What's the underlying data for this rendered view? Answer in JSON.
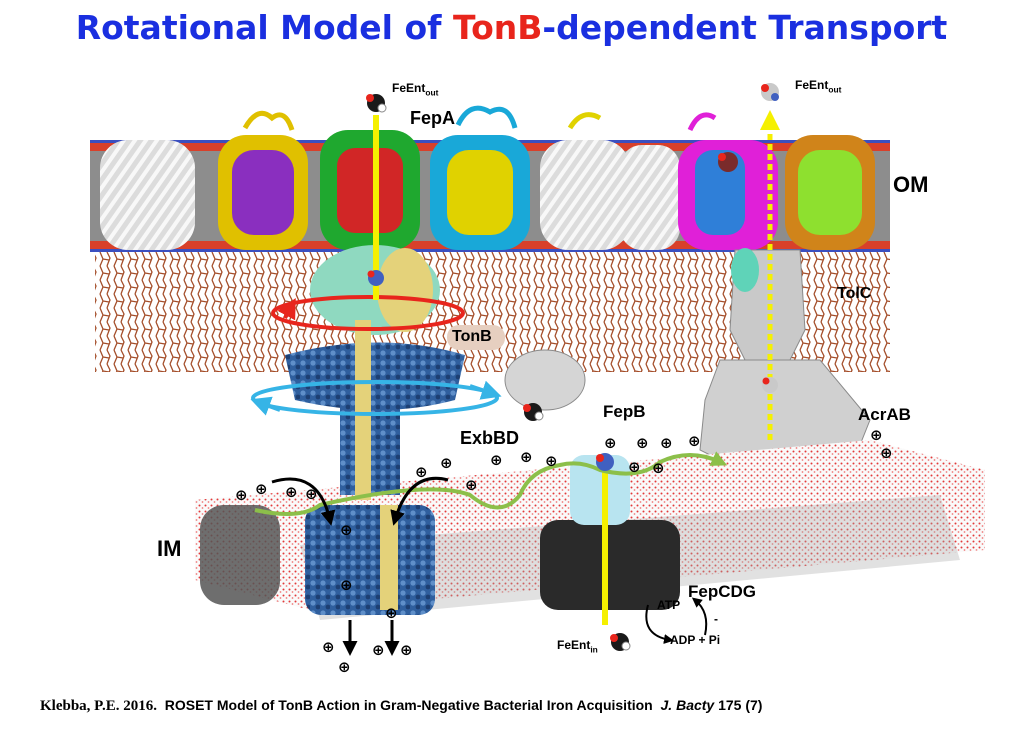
{
  "title": {
    "part1": "Rotational Model of ",
    "highlight": "TonB",
    "part2": "-dependent Transport"
  },
  "labels": {
    "feent_out_left": "FeEnt",
    "feent_out_left_sub": "out",
    "feent_out_right": "FeEnt",
    "feent_out_right_sub": "out",
    "fepa": "FepA",
    "om": "OM",
    "tolc": "TolC",
    "tonb": "TonB",
    "fepb": "FepB",
    "exbbd": "ExbBD",
    "acrab": "AcrAB",
    "im": "IM",
    "fepcdg": "FepCDG",
    "atp": "ATP",
    "adp": "ADP + Pi",
    "minus": "-",
    "feent_in": "FeEnt",
    "feent_in_sub": "in"
  },
  "citation": {
    "author": "Klebba, P.E. 2016.",
    "title": "ROSET Model of TonB Action in Gram-Negative Bacterial Iron Acquisition",
    "journal": "J. Bacty",
    "volume": "175 (7)"
  },
  "colors": {
    "title": "#1a2fe0",
    "highlight": "#e8251c",
    "om_gray": "#8d8d8d",
    "lps_brown": "#9a3a12",
    "im_red": "#e23a3a",
    "tonb_blue": "#2f5f9e",
    "arrow_yellow": "#f5f000",
    "ring_red": "#e8251c",
    "ring_cyan": "#36b4e6",
    "gradient_green": "#8cbf4a"
  },
  "icons": [
    "feent-molecule-icon",
    "proton-plus-icon",
    "rotation-ring-icon",
    "transport-arrow-icon"
  ]
}
